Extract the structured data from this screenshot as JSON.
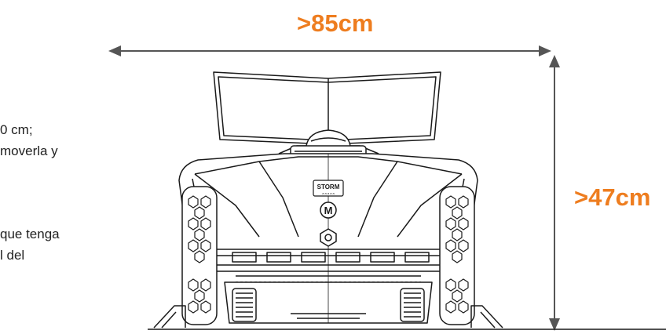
{
  "dimensions": {
    "width_label": ">85cm",
    "height_label": ">47cm"
  },
  "side_text": {
    "paragraph1": [
      "0 cm;",
      "moverla y"
    ],
    "paragraph2": [
      "que tenga",
      "l del"
    ]
  },
  "device": {
    "brand_badge": "STORM",
    "brand_badge_sub": "a a a a a",
    "logo_letter": "M"
  },
  "colors": {
    "accent": "#ee7d1f",
    "line": "#1a1a1a",
    "arrow": "#555555"
  }
}
